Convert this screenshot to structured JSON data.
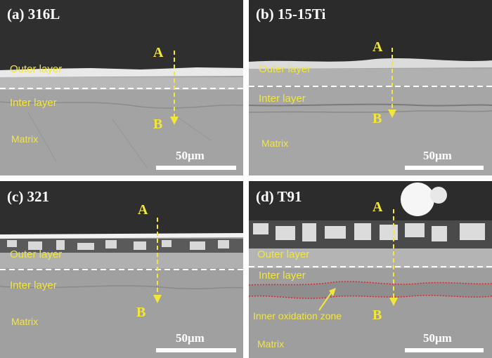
{
  "figure": {
    "panels": [
      {
        "id": "a",
        "label": "(a) 316L",
        "outer_layer": "Outer layer",
        "inter_layer": "Inter layer",
        "matrix": "Matrix",
        "point_a": "A",
        "point_b": "B",
        "scale": "50μm"
      },
      {
        "id": "b",
        "label": "(b) 15-15Ti",
        "outer_layer": "Outer layer",
        "inter_layer": "Inter layer",
        "matrix": "Matrix",
        "point_a": "A",
        "point_b": "B",
        "scale": "50μm"
      },
      {
        "id": "c",
        "label": "(c) 321",
        "outer_layer": "Outer layer",
        "inter_layer": "Inter layer",
        "matrix": "Matrix",
        "point_a": "A",
        "point_b": "B",
        "scale": "50μm"
      },
      {
        "id": "d",
        "label": "(d) T91",
        "outer_layer": "Outer layer",
        "inter_layer": "Inter layer",
        "matrix": "Matrix",
        "inner_zone": "Inner oxidation zone",
        "point_a": "A",
        "point_b": "B",
        "scale": "50μm"
      }
    ],
    "colors": {
      "annotation": "#f3e63a",
      "label": "#ffffff",
      "oxidation_boundary": "#e0262b",
      "dashed_boundary": "#ffffff"
    }
  }
}
